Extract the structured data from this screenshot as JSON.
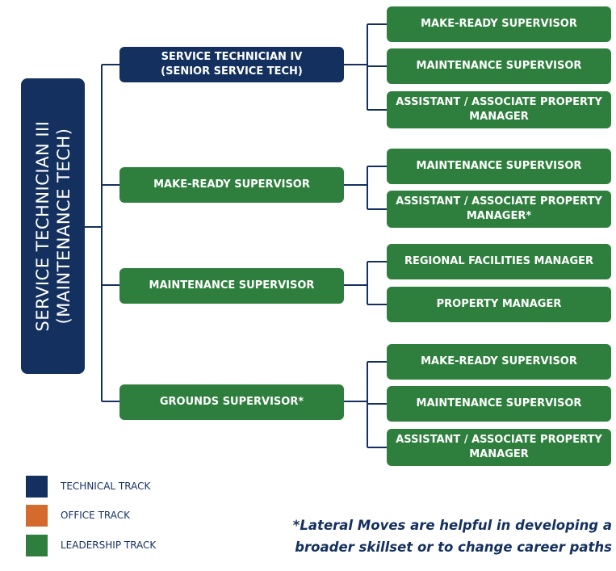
{
  "colors": {
    "technical": "#13305f",
    "office": "#d46a2c",
    "leadership": "#2e7f3d",
    "connector": "#13305f"
  },
  "root": {
    "line1": "SERVICE TECHNICIAN III",
    "line2": "(MAINTENANCE TECH)"
  },
  "branches": [
    {
      "line1": "SERVICE TECHNICIAN IV",
      "line2": "(SENIOR SERVICE TECH)",
      "track": "technical",
      "children": [
        {
          "line1": "MAKE-READY SUPERVISOR",
          "line2": ""
        },
        {
          "line1": "MAINTENANCE SUPERVISOR",
          "line2": ""
        },
        {
          "line1": "ASSISTANT / ASSOCIATE PROPERTY",
          "line2": "MANAGER"
        }
      ]
    },
    {
      "line1": "MAKE-READY SUPERVISOR",
      "line2": "",
      "track": "leadership",
      "children": [
        {
          "line1": "MAINTENANCE SUPERVISOR",
          "line2": ""
        },
        {
          "line1": "ASSISTANT / ASSOCIATE PROPERTY",
          "line2": "MANAGER*"
        }
      ]
    },
    {
      "line1": "MAINTENANCE SUPERVISOR",
      "line2": "",
      "track": "leadership",
      "children": [
        {
          "line1": "REGIONAL FACILITIES MANAGER",
          "line2": ""
        },
        {
          "line1": "PROPERTY MANAGER",
          "line2": ""
        }
      ]
    },
    {
      "line1": "GROUNDS SUPERVISOR*",
      "line2": "",
      "track": "leadership",
      "children": [
        {
          "line1": "MAKE-READY SUPERVISOR",
          "line2": ""
        },
        {
          "line1": "MAINTENANCE SUPERVISOR",
          "line2": ""
        },
        {
          "line1": "ASSISTANT / ASSOCIATE PROPERTY",
          "line2": "MANAGER"
        }
      ]
    }
  ],
  "legend": [
    {
      "label": "TECHNICAL TRACK",
      "color": "#13305f"
    },
    {
      "label": "OFFICE TRACK",
      "color": "#d46a2c"
    },
    {
      "label": "LEADERSHIP TRACK",
      "color": "#2e7f3d"
    }
  ],
  "note": {
    "line1": "*Lateral Moves are helpful in developing a",
    "line2": "broader skillset or to change career paths"
  }
}
